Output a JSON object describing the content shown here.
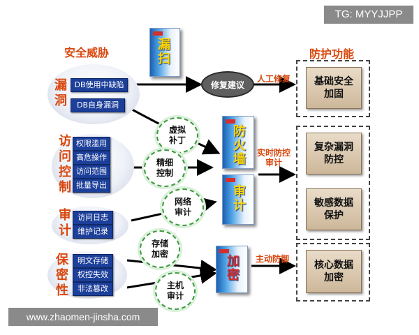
{
  "watermark_top": "TG: MYYJJPP",
  "watermark_bottom": "www.zhaomen-jinsha.com",
  "headers": {
    "threats": "安全威胁",
    "functions": "防护功能"
  },
  "categories": [
    {
      "title": "漏洞",
      "items": [
        "DB使用中缺陷",
        "DB自身漏洞"
      ]
    },
    {
      "title": "访问控制",
      "items": [
        "权限滥用",
        "高危操作",
        "访问范围",
        "批量导出"
      ]
    },
    {
      "title": "审计",
      "items": [
        "访问日志",
        "维护记录"
      ]
    },
    {
      "title": "保密性",
      "items": [
        "明文存储",
        "权控失效",
        "非法篡改"
      ]
    }
  ],
  "products": [
    {
      "label": "漏扫"
    },
    {
      "label": "防火墙"
    },
    {
      "label": "审计"
    },
    {
      "label": "加密"
    }
  ],
  "clouds": [
    "虚拟补丁",
    "精细控制",
    "网络审计",
    "存储加密",
    "主机审计"
  ],
  "repair_node": "修复建议",
  "actions": {
    "manual_repair": "人工修复",
    "realtime_audit": "实时防控审计",
    "active_defense": "主动防御"
  },
  "functions": [
    "基础安全加固",
    "复杂漏洞防控",
    "敏感数据保护",
    "核心数据加密"
  ]
}
